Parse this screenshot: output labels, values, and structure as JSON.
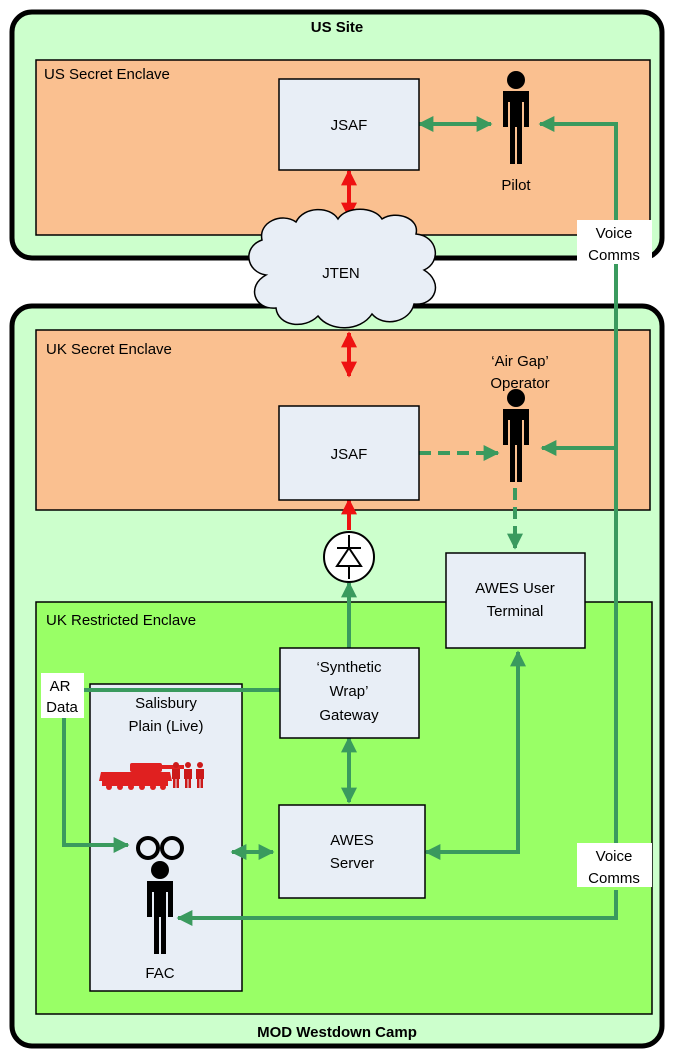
{
  "us_site": {
    "title": "US Site"
  },
  "us_secret_enclave": {
    "label": "US Secret Enclave",
    "jsaf": "JSAF",
    "pilot": "Pilot"
  },
  "jten": {
    "label": "JTEN"
  },
  "mod_westdown_camp": {
    "title": "MOD Westdown Camp"
  },
  "uk_secret_enclave": {
    "label": "UK Secret Enclave",
    "jsaf": "JSAF",
    "air_gap_operator": [
      "‘Air Gap’",
      "Operator"
    ]
  },
  "awes_user_terminal": [
    "AWES User",
    "Terminal"
  ],
  "uk_restricted_enclave": {
    "label": "UK Restricted Enclave"
  },
  "synthetic_wrap_gateway": [
    "‘Synthetic",
    "Wrap’",
    "Gateway"
  ],
  "awes_server": [
    "AWES",
    "Server"
  ],
  "ar_data": [
    "AR",
    "Data"
  ],
  "salisbury_plain": [
    "Salisbury",
    "Plain (Live)"
  ],
  "fac": {
    "label": "FAC"
  },
  "voice_comms_top": [
    "Voice",
    "Comms"
  ],
  "voice_comms_bottom": [
    "Voice",
    "Comms"
  ],
  "colors": {
    "site_fill": "#ccffcc",
    "secret_fill": "#fac090",
    "restricted_fill": "#99ff66",
    "box_fill": "#e8eef6",
    "link_green": "#3a9a5e",
    "link_red": "#ee1111",
    "border": "#000000"
  },
  "icons": [
    "person-icon",
    "cloud-icon",
    "diode-icon",
    "tank-icon",
    "troops-icon",
    "binoculars-icon"
  ]
}
